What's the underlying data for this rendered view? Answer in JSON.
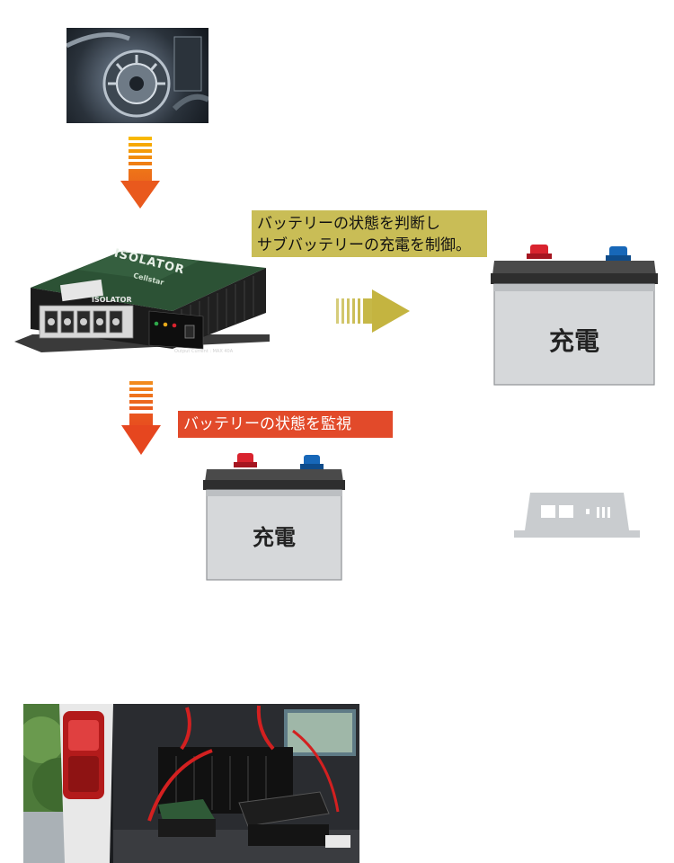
{
  "labels": {
    "evaluate_line1": "バッテリーの状態を判断し",
    "evaluate_line2": "サブバッテリーの充電を制御。",
    "monitor": "バッテリーの状態を監視"
  },
  "isolator": {
    "top_brand": "ISOLATOR",
    "top_maker": "Cellstar",
    "front_name": "ISOLATOR",
    "spec_text": "Output Current : MAX 40A"
  },
  "sub_battery": {
    "text": "充電"
  },
  "main_battery": {
    "text": "充電"
  },
  "colors": {
    "yellow_label": "#c9bd56",
    "red_label": "#e24a2a",
    "arrow_top": "#f5a400",
    "arrow_bottom": "#e8411f",
    "terminal_positive": "#d9232e",
    "terminal_negative": "#1767b8"
  }
}
